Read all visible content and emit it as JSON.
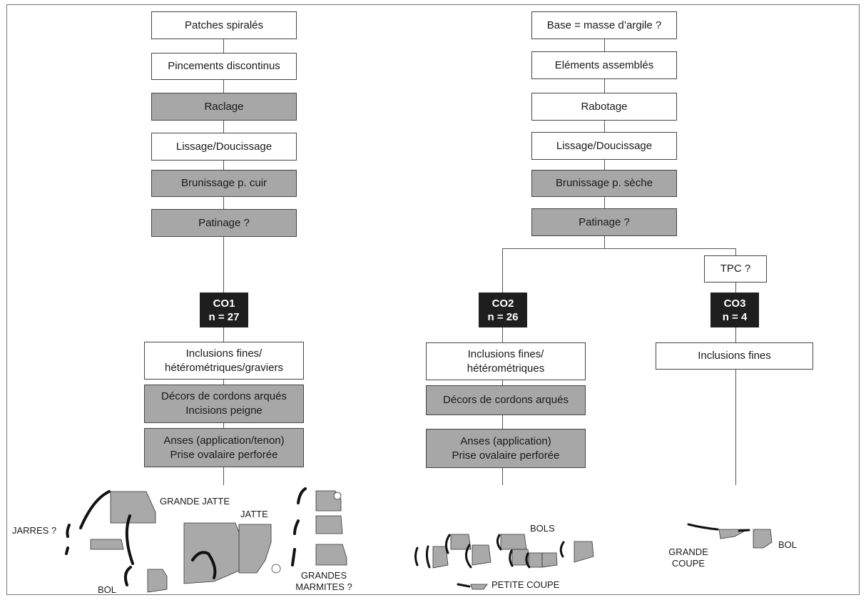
{
  "col1": {
    "steps": [
      "Patches spiralés",
      "Pincements discontinus",
      "Raclage",
      "Lissage/Doucissage",
      "Brunissage p. cuir",
      "Patinage ?"
    ],
    "group": {
      "code": "CO1",
      "count": "n = 27"
    },
    "features": [
      {
        "line1": "Inclusions fines/",
        "line2": "hétérométriques/graviers"
      },
      {
        "line1": "Décors de cordons arqués",
        "line2": "Incisions peigne"
      },
      {
        "line1": "Anses (application/tenon)",
        "line2": "Prise ovalaire perforée"
      }
    ],
    "vessels": {
      "grande_jatte": "GRANDE JATTE",
      "jarres": "JARRES ?",
      "jatte": "JATTE",
      "bol": "BOL",
      "grandes_marmites_1": "GRANDES",
      "grandes_marmites_2": "MARMITES ?"
    }
  },
  "col2": {
    "steps": [
      "Base = masse d’argile ?",
      "Eléments assemblés",
      "Rabotage",
      "Lissage/Doucissage",
      "Brunissage p. sèche",
      "Patinage ?"
    ],
    "group": {
      "code": "CO2",
      "count": "n = 26"
    },
    "features": [
      {
        "line1": "Inclusions fines/",
        "line2": "hétérométriques"
      },
      {
        "line1": "Décors de cordons arqués",
        "line2": ""
      },
      {
        "line1": "Anses (application)",
        "line2": "Prise ovalaire perforée"
      }
    ],
    "vessels": {
      "bols": "BOLS",
      "petite_coupe": "PETITE COUPE"
    }
  },
  "col3": {
    "step": "TPC ?",
    "group": {
      "code": "CO3",
      "count": "n = 4"
    },
    "features": [
      {
        "line1": "Inclusions fines"
      }
    ],
    "vessels": {
      "grande_coupe_1": "GRANDE",
      "grande_coupe_2": "COUPE",
      "bol": "BOL"
    }
  },
  "colors": {
    "white_box": "#ffffff",
    "grey_box": "#a7a7a7",
    "group_box": "#1e1e1e",
    "line": "#555555"
  }
}
